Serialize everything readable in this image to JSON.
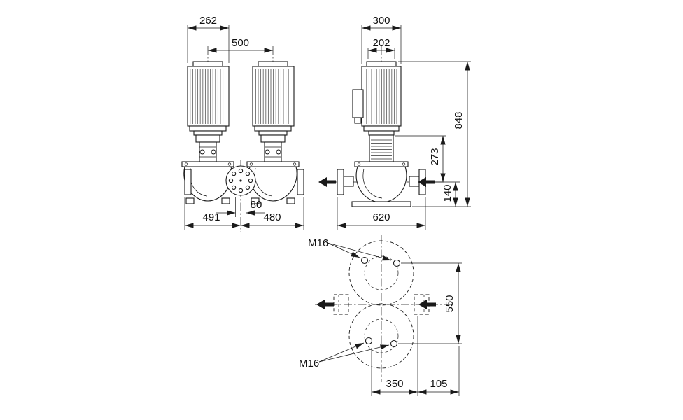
{
  "colors": {
    "line": "#1a1a1a",
    "background": "#ffffff"
  },
  "front_view": {
    "motor_width": "262",
    "port_center_span": "500",
    "center_gap": "80",
    "left_port_to_center": "491",
    "center_to_right_port": "480"
  },
  "side_view": {
    "motor_width": "300",
    "head_width": "202",
    "total_height": "848",
    "flange_to_port_height": "273",
    "port_axis_height": "140",
    "port_to_port_length": "620"
  },
  "plan_view": {
    "bolt_size_top": "M16",
    "bolt_size_bottom": "M16",
    "vertical_span": "550",
    "horizontal_span": "350",
    "side_offset": "105"
  }
}
